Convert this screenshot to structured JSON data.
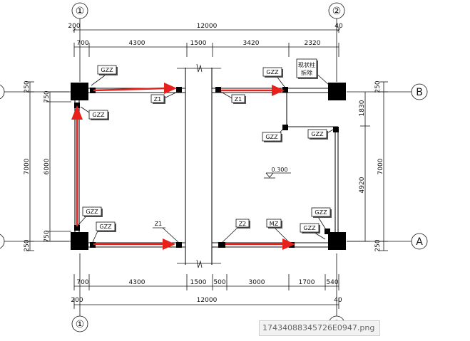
{
  "axes": {
    "axis_1": "①",
    "axis_2": "②",
    "axis_A": "A",
    "axis_B": "B"
  },
  "dims_top": {
    "offset_left": "200",
    "offset_right": "40",
    "total": "12000",
    "left_col": "700",
    "bay_1": "4300",
    "bay_2": "1500",
    "bay_3": "3420",
    "bay_4": "2320"
  },
  "dims_bottom": {
    "left_col": "700",
    "bay_1": "4300",
    "bay_2": "1500",
    "bay_3_small": "500",
    "bay_3": "3000",
    "bay_4": "1700",
    "right_col": "540",
    "offset_left": "200",
    "offset_right": "40",
    "total": "12000"
  },
  "dims_left": {
    "top_offset": "250",
    "col_top": "750",
    "overall": "7000",
    "inner": "6000",
    "col_bottom": "750",
    "bottom_offset": "250"
  },
  "dims_right": {
    "top_offset": "250",
    "upper": "1830",
    "lower": "4920",
    "overall": "7000",
    "bottom_offset": "250"
  },
  "tags": {
    "gzz": "GZZ",
    "z1": "Z1",
    "z2": "Z2",
    "mz": "MZ",
    "note_line1": "现状柱",
    "note_line2": "拆除"
  },
  "elevation": "0.300",
  "filename": "17434088345726E0947.png",
  "colors": {
    "arrow": "#e8201c",
    "line": "#111111",
    "background": "#ffffff"
  }
}
